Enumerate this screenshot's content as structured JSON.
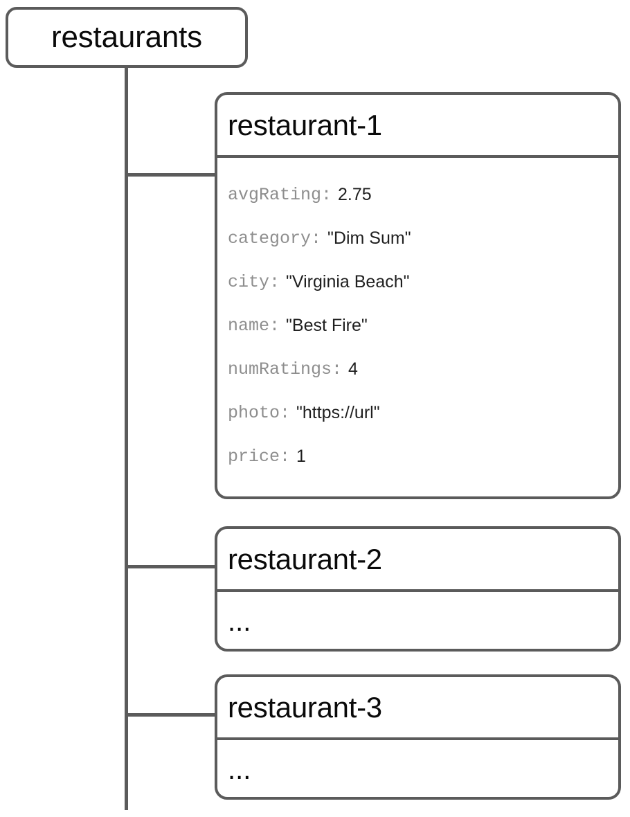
{
  "diagram": {
    "type": "firestore-collection-tree",
    "colors": {
      "stroke": "#5b5b5b",
      "text": "#0a0a0a",
      "key_text": "#8e8e8e",
      "value_text": "#1f1f1f",
      "background": "#ffffff"
    }
  },
  "root": {
    "label": "restaurants"
  },
  "documents": [
    {
      "title": "restaurant-1",
      "collapsed": false,
      "fields": [
        {
          "key": "avgRating:",
          "value": "2.75"
        },
        {
          "key": "category:",
          "value": "\"Dim Sum\""
        },
        {
          "key": "city:",
          "value": "\"Virginia Beach\""
        },
        {
          "key": "name:",
          "value": "\"Best Fire\""
        },
        {
          "key": "numRatings:",
          "value": "4"
        },
        {
          "key": "photo:",
          "value": "\"https://url\""
        },
        {
          "key": "price:",
          "value": "1"
        }
      ]
    },
    {
      "title": "restaurant-2",
      "collapsed": true,
      "placeholder": "..."
    },
    {
      "title": "restaurant-3",
      "collapsed": true,
      "placeholder": "..."
    }
  ]
}
